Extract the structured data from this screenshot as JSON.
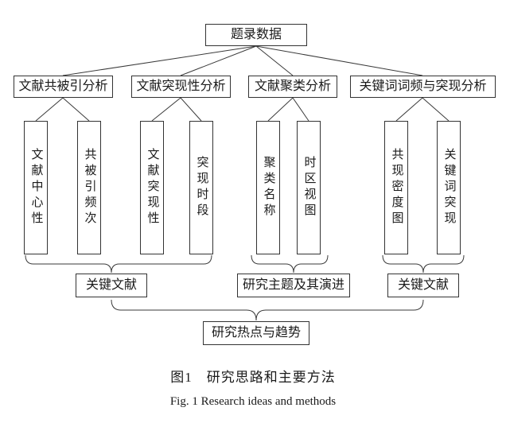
{
  "figure": {
    "root": {
      "label": "题录数据"
    },
    "branches": [
      {
        "label": "文献共被引分析",
        "children": [
          {
            "label": "文献中心性"
          },
          {
            "label": "共被引频次"
          }
        ]
      },
      {
        "label": "文献突现性分析",
        "children": [
          {
            "label": "文献突现性"
          },
          {
            "label": "突现时段"
          }
        ]
      },
      {
        "label": "文献聚类分析",
        "children": [
          {
            "label": "聚类名称"
          },
          {
            "label": "时区视图"
          }
        ]
      },
      {
        "label": "关键词词频与突现分析",
        "children": [
          {
            "label": "共现密度图"
          },
          {
            "label": "关键词突现"
          }
        ]
      }
    ],
    "outcomes": [
      {
        "label": "关键文献"
      },
      {
        "label": "研究主题及其演进"
      },
      {
        "label": "关键文献"
      }
    ],
    "final": {
      "label": "研究热点与趋势"
    },
    "caption": {
      "zh": "图1　研究思路和主要方法",
      "en": "Fig. 1  Research ideas and methods"
    },
    "line_color": "#3a3a3a"
  }
}
